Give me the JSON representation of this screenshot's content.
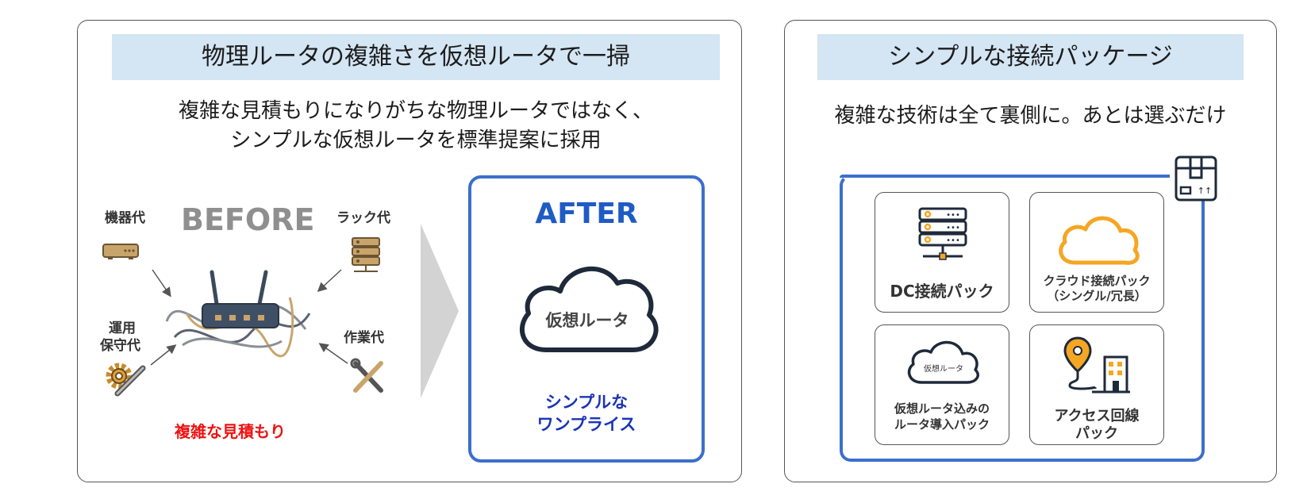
{
  "left": {
    "banner": "物理ルータの複雑さを仮想ルータで一掃",
    "subtitle_line1": "複雑な見積もりになりがちな物理ルータではなく、",
    "subtitle_line2": "シンプルな仮想ルータを標準提案に採用",
    "before_label": "BEFORE",
    "equipment_cost": "機器代",
    "rack_cost": "ラック代",
    "ops_cost_line1": "運用",
    "ops_cost_line2": "保守代",
    "work_cost": "作業代",
    "complex_estimate": "複雑な見積もり",
    "after_label": "AFTER",
    "cloud_text": "仮想ルータ",
    "after_caption_line1": "シンプルな",
    "after_caption_line2": "ワンプライス",
    "colors": {
      "banner_bg": "#d4e5f3",
      "accent_blue": "#3b6fcc",
      "red": "#ee1111",
      "orange": "#f5a623"
    }
  },
  "right": {
    "banner": "シンプルな接続パッケージ",
    "subtitle": "複雑な技術は全て裏側に。あとは選ぶだけ",
    "cards": [
      {
        "line1": "DC接続パック",
        "line2": "",
        "icon": "server-icon"
      },
      {
        "line1": "クラウド接続パック",
        "line2": "（シングル/冗長）",
        "icon": "cloud-icon"
      },
      {
        "line1": "仮想ルータ込みの",
        "line2": "ルータ導入パック",
        "icon": "virtual-router-cloud-icon",
        "icon_text": "仮想ルータ"
      },
      {
        "line1": "アクセス回線",
        "line2": "パック",
        "icon": "location-building-icon"
      }
    ],
    "package_icon": "package-box-icon"
  }
}
